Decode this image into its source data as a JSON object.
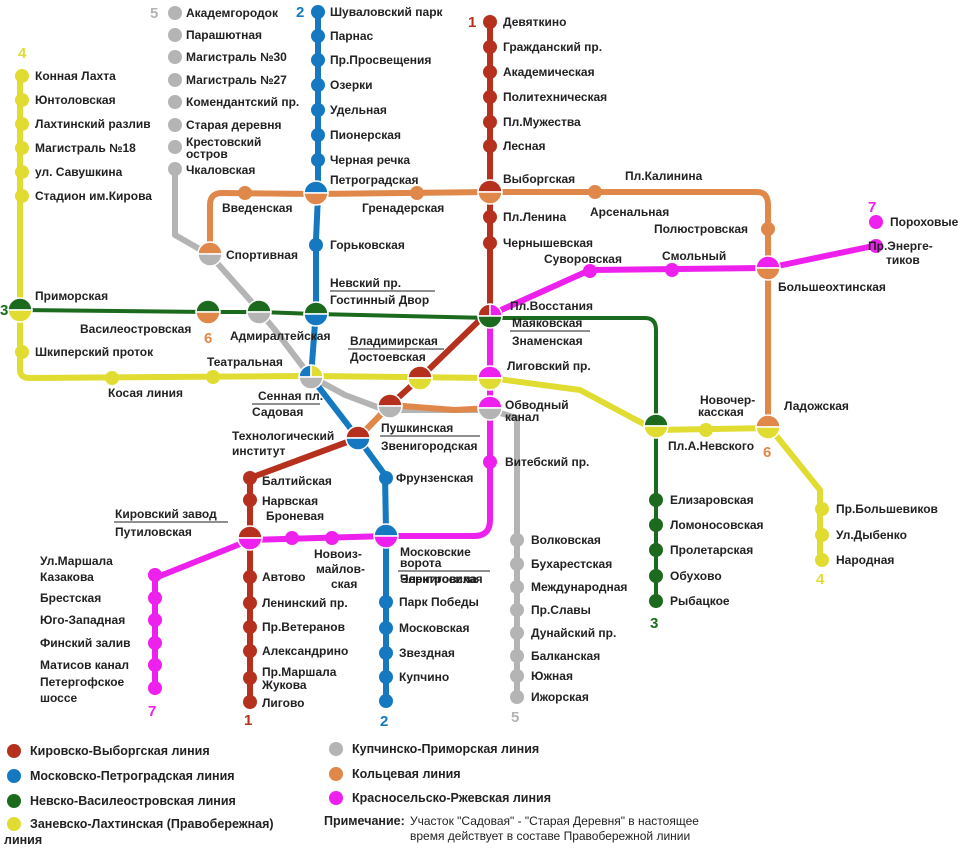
{
  "colors": {
    "line1": "#B5311E",
    "line2": "#1479C0",
    "line3": "#1C6A1E",
    "line4": "#E0DC32",
    "line5": "#B4B4B4",
    "line6": "#E0874A",
    "line7": "#EE20EE"
  },
  "line_numbers": {
    "n1": "1",
    "n2": "2",
    "n3": "3",
    "n4": "4",
    "n5": "5",
    "n6": "6",
    "n7": "7"
  },
  "stations": {
    "l5": [
      "Академгородок",
      "Парашютная",
      "Магистраль №30",
      "Магистраль №27",
      "Комендантский пр.",
      "Старая деревня",
      "Крестовский",
      "остров",
      "Чкаловская",
      "Спортивная"
    ],
    "l2": [
      "Шуваловский парк",
      "Парнас",
      "Пр.Просвещения",
      "Озерки",
      "Удельная",
      "Пионерская",
      "Черная речка",
      "Петроградская",
      "Горьковская",
      "Невский пр.",
      "Гостинный Двор",
      "Сенная пл.",
      "Садовая",
      "Технологический",
      "институт",
      "Фрунзенская",
      "Московские",
      "ворота",
      "Электросила",
      "Парк Победы",
      "Московская",
      "Звездная",
      "Купчино"
    ],
    "l1": [
      "Девяткино",
      "Гражданский пр.",
      "Академическая",
      "Политехническая",
      "Пл.Мужества",
      "Лесная",
      "Выборгская",
      "Пл.Ленина",
      "Чернышевская",
      "Пл.Восстания",
      "Владимирская",
      "Пушкинская",
      "Балтийская",
      "Нарвская",
      "Кировский завод",
      "Автово",
      "Ленинский пр.",
      "Пр.Ветеранов",
      "Александрино",
      "Пр.Маршала",
      "Жукова",
      "Лигово"
    ],
    "l4": [
      "Конная Лахта",
      "Юнтоловская",
      "Лахтинский разлив",
      "Магистраль №18",
      "ул. Савушкина",
      "Стадион им.Кирова",
      "Шкиперский проток",
      "Косая линия",
      "Театральная",
      "Пр.Большевиков",
      "Ул.Дыбенко",
      "Народная"
    ],
    "l3": [
      "Приморская",
      "Василеостровская",
      "Адмиралтейская",
      "Маяковская",
      "Знаменская",
      "Пл.А.Невского",
      "Елизаровская",
      "Ломоносовская",
      "Пролетарская",
      "Обухово",
      "Рыбацкое"
    ],
    "l6": [
      "Введенская",
      "Гренадерская",
      "Арсенальная",
      "Пл.Калинина",
      "Полюстровская",
      "Большеохтинская",
      "Ладожская",
      "Новочер-",
      "касская",
      "Достоевская",
      "Лиговский пр.",
      "Обводный",
      "канал",
      "Звенигородская",
      "Путиловская"
    ],
    "l7": [
      "Пороховые",
      "Пр.Энерге-",
      "тиков",
      "Суворовская",
      "Смольный",
      "Витебский пр.",
      "Броневая",
      "Новоиз-",
      "майлов-",
      "ская",
      "Черниговская",
      "Ул.Маршала",
      "Казакова",
      "Брестская",
      "Юго-Западная",
      "Финский залив",
      "Матисов канал",
      "Петергофское",
      "шоссе"
    ],
    "l5s": [
      "Волковская",
      "Бухарестская",
      "Международная",
      "Пр.Славы",
      "Дунайский пр.",
      "Балканская",
      "Южная",
      "Ижорская"
    ]
  },
  "legend": {
    "l1": "Кировско-Выборгская линия",
    "l2": "Московско-Петроградская линия",
    "l3": "Невско-Василеостровская линия",
    "l4a": "Заневско-Лахтинская (Правобережная)",
    "l4b": "линия",
    "l5": "Купчинско-Приморская линия",
    "l6": "Кольцевая линия",
    "l7": "Красносельско-Ржевская линия"
  },
  "note": {
    "heading": "Примечание:",
    "line1": "Участок \"Садовая\" - \"Старая Деревня\" в настоящее",
    "line2": "время действует в составе Правобережной линии"
  }
}
